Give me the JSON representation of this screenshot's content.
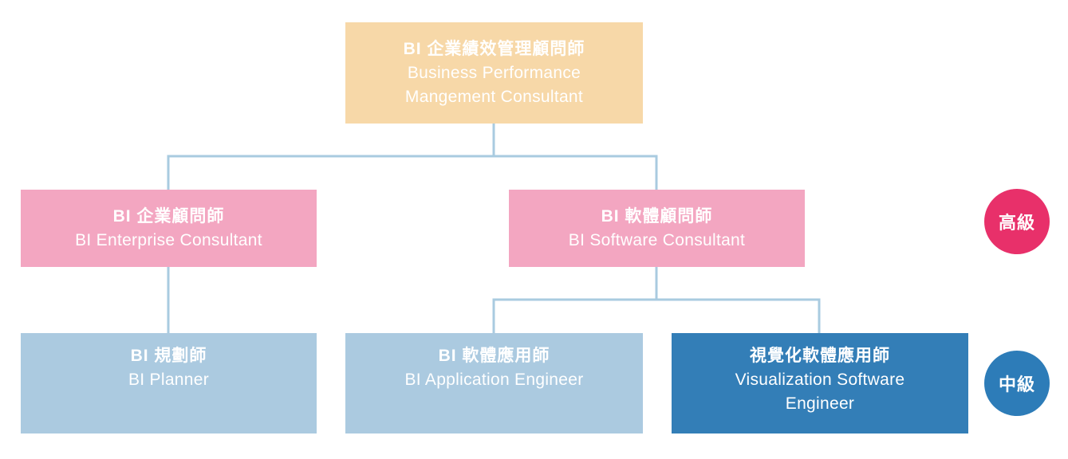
{
  "colors": {
    "connector": "#a9cbe0",
    "top": "#f7d8a8",
    "senior_box": "#f3a6c1",
    "mid_box": "#abcae0",
    "highlight_box": "#337eb7",
    "badge_senior": "#e8306a",
    "badge_mid": "#2d7cb8"
  },
  "nodes": {
    "top": {
      "zh": "BI 企業績效管理顧問師",
      "en": "Business Performance Mangement Consultant"
    },
    "enterprise": {
      "zh": "BI 企業顧問師",
      "en": "BI Enterprise Consultant"
    },
    "software": {
      "zh": "BI 軟體顧問師",
      "en": "BI Software Consultant"
    },
    "planner": {
      "zh": "BI 規劃師",
      "en": "BI Planner"
    },
    "application": {
      "zh": "BI 軟體應用師",
      "en": "BI Application Engineer"
    },
    "visualization": {
      "zh": "視覺化軟體應用師",
      "en": "Visualization Software Engineer"
    }
  },
  "levels": {
    "senior": "高級",
    "mid": "中級"
  }
}
